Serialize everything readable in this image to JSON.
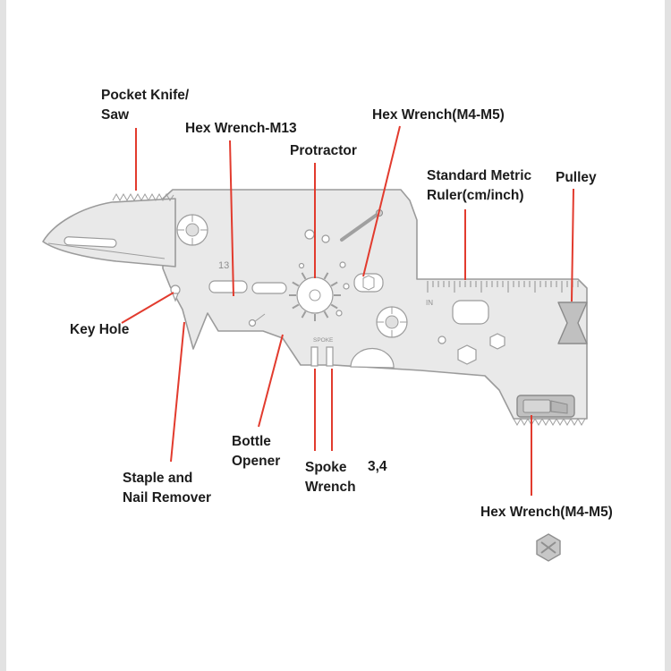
{
  "diagram": {
    "subject": "card multi-tool feature callout diagram",
    "colors": {
      "leader_line": "#e23b2e",
      "tool_fill": "#e9e9e9",
      "tool_stroke": "#9b9b9b",
      "label_text": "#1c1c1c"
    },
    "labels": {
      "pocket_knife_saw": {
        "line1": "Pocket Knife/",
        "line2": "Saw"
      },
      "hex_wrench_m13": {
        "line1": "Hex Wrench-M13"
      },
      "protractor": {
        "line1": "Protractor"
      },
      "hex_wrench_m4_m5_top": {
        "line1": "Hex Wrench(M4-M5)"
      },
      "standard_metric_ruler": {
        "line1": "Standard Metric",
        "line2": "Ruler(cm/inch)"
      },
      "pulley": {
        "line1": "Pulley"
      },
      "key_hole": {
        "line1": "Key Hole"
      },
      "staple_and_nail_remover": {
        "line1": "Staple  and",
        "line2": "Nail Remover"
      },
      "bottle_opener": {
        "line1": "Bottle",
        "line2": "Opener"
      },
      "spoke_wrench": {
        "line1": "Spoke",
        "line2": "Wrench"
      },
      "number_34": {
        "line1": "3,4"
      },
      "hex_wrench_m4_m5_bottom": {
        "line1": "Hex Wrench(M4-M5)"
      }
    },
    "tool_markings": {
      "thirteen": "13",
      "spoke": "SPOKE",
      "inch": "IN"
    }
  }
}
